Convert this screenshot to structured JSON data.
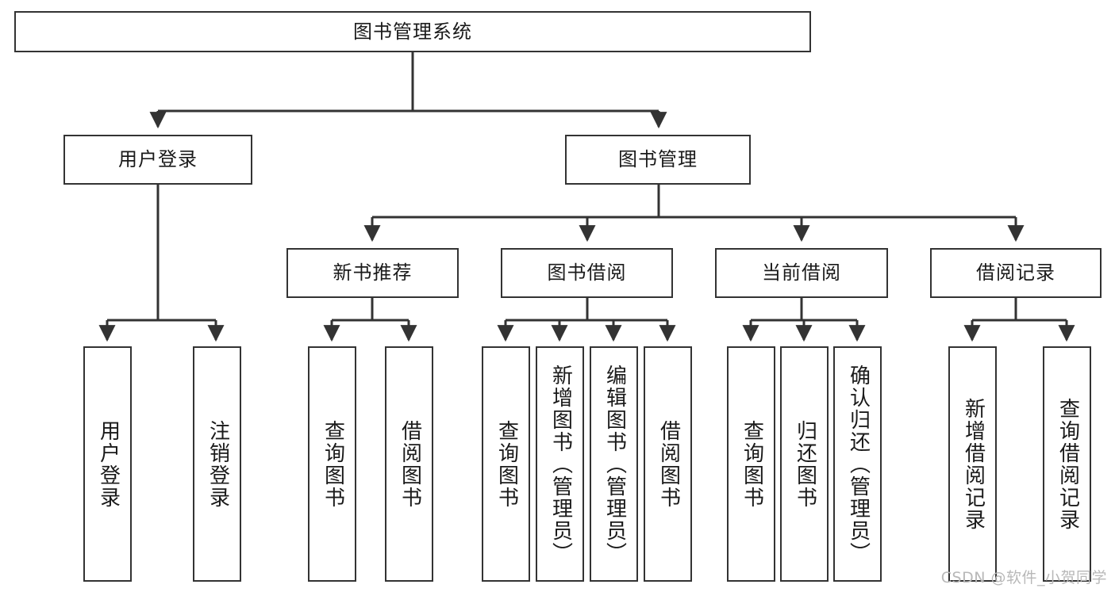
{
  "diagram": {
    "title_text": "图书管理系统",
    "type": "tree-hierarchy",
    "line_color": "#333333",
    "box_border_color": "#333333",
    "box_fill_color": "#ffffff",
    "text_color": "#1a1a1a"
  },
  "nodes": {
    "root": {
      "label": "图书管理系统"
    },
    "level2": [
      {
        "id": "user-login",
        "label": "用户登录"
      },
      {
        "id": "book-management",
        "label": "图书管理"
      }
    ],
    "level3": [
      {
        "id": "new-book-recommend",
        "label": "新书推荐"
      },
      {
        "id": "book-borrow",
        "label": "图书借阅"
      },
      {
        "id": "current-borrow",
        "label": "当前借阅"
      },
      {
        "id": "borrow-record",
        "label": "借阅记录"
      }
    ],
    "leaves": {
      "user_login": [
        {
          "id": "leaf-user-login",
          "label": "用户登录"
        },
        {
          "id": "leaf-logout-login",
          "label": "注销登录"
        }
      ],
      "new_book_recommend": [
        {
          "id": "leaf-query-book-1",
          "label": "查询图书"
        },
        {
          "id": "leaf-borrow-book-1",
          "label": "借阅图书"
        }
      ],
      "book_borrow": [
        {
          "id": "leaf-query-book-2",
          "label": "查询图书"
        },
        {
          "id": "leaf-add-book-admin",
          "label": "新增图书（管理员）"
        },
        {
          "id": "leaf-edit-book-admin",
          "label": "编辑图书（管理员）"
        },
        {
          "id": "leaf-borrow-book-2",
          "label": "借阅图书"
        }
      ],
      "current_borrow": [
        {
          "id": "leaf-query-book-3",
          "label": "查询图书"
        },
        {
          "id": "leaf-return-book",
          "label": "归还图书"
        },
        {
          "id": "leaf-confirm-return-admin",
          "label": "确认归还（管理员）"
        }
      ],
      "borrow_record": [
        {
          "id": "leaf-add-borrow-record",
          "label": "新增借阅记录"
        },
        {
          "id": "leaf-query-borrow-record",
          "label": "查询借阅记录"
        }
      ]
    }
  },
  "watermark": {
    "text": "CSDN @软件_小贺同学"
  }
}
